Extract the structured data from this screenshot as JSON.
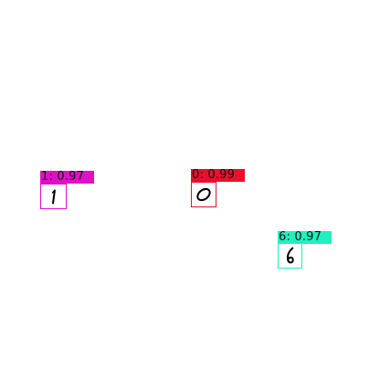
{
  "detections": [
    {
      "digit": "1",
      "label": "1: 0.97",
      "color": "#e010c8"
    },
    {
      "digit": "0",
      "label": "0: 0.99",
      "color": "#e8102c"
    },
    {
      "digit": "6",
      "label": "6: 0.97",
      "color": "#20f0c0"
    }
  ]
}
